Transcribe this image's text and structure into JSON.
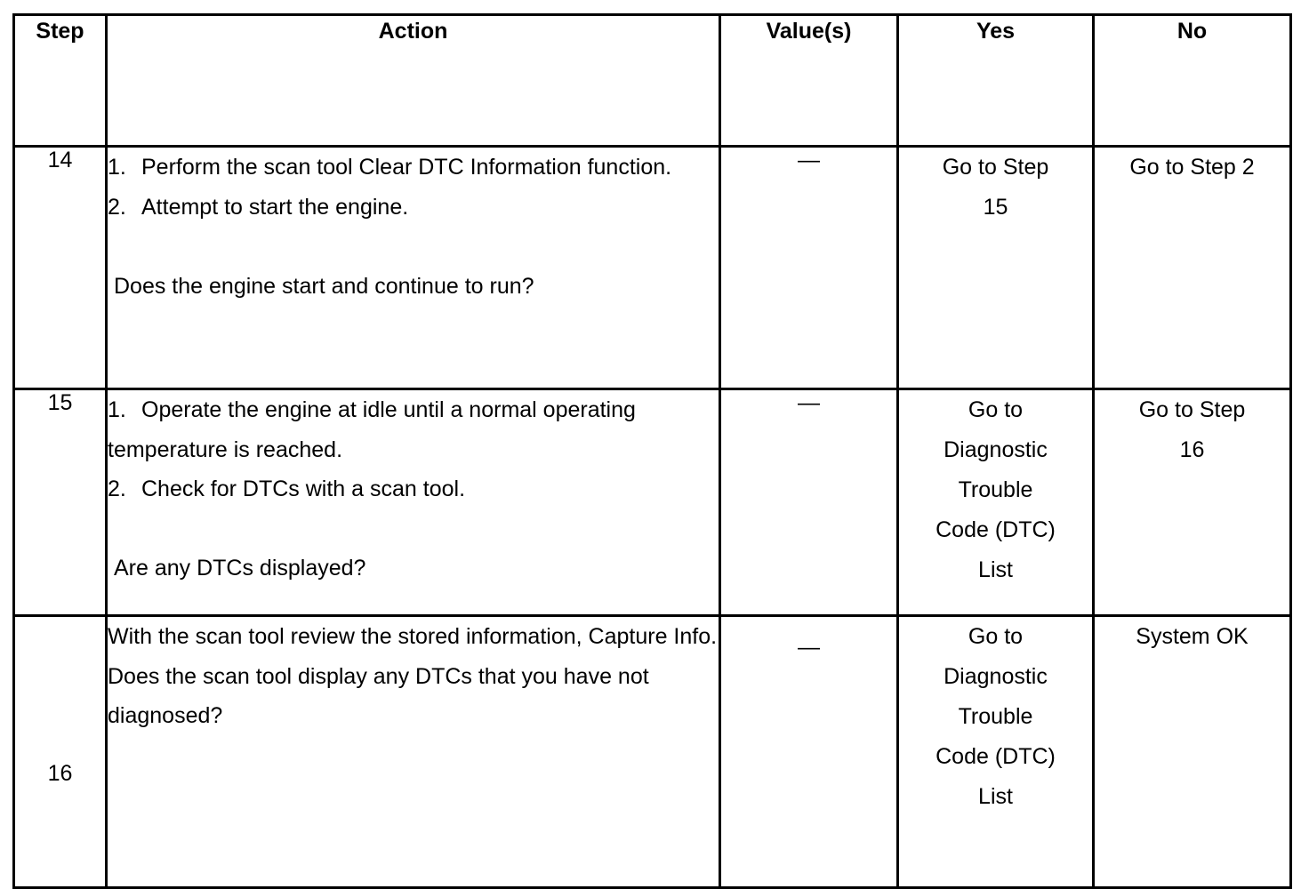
{
  "table": {
    "columns": [
      {
        "key": "step",
        "label": "Step"
      },
      {
        "key": "action",
        "label": "Action"
      },
      {
        "key": "value",
        "label": "Value(s)"
      },
      {
        "key": "yes",
        "label": "Yes"
      },
      {
        "key": "no",
        "label": "No"
      }
    ],
    "header": {
      "step_line1": "St",
      "step_line2": "ep",
      "action": "Action",
      "value": "Value(s)",
      "yes": "Yes",
      "no": "No"
    },
    "rows": [
      {
        "step": "14",
        "action": {
          "items": [
            {
              "num": "1.",
              "text": "Perform the scan tool Clear DTC Information function."
            },
            {
              "num": "2.",
              "text": "Attempt to start the engine."
            }
          ],
          "question": "Does the engine start and continue to run?"
        },
        "value": "—",
        "yes_lines": [
          "Go to Step",
          "15"
        ],
        "no_lines": [
          "Go to Step 2"
        ]
      },
      {
        "step": "15",
        "action": {
          "items": [
            {
              "num": "1.",
              "text": "Operate the engine at idle until a normal operating temperature is reached."
            },
            {
              "num": "2.",
              "text": "Check for DTCs with a scan tool."
            }
          ],
          "question": "Are any DTCs displayed?"
        },
        "value": "—",
        "yes_lines": [
          "Go to",
          "Diagnostic",
          "Trouble",
          "Code (DTC)",
          "List"
        ],
        "no_lines": [
          "Go to Step",
          "16"
        ]
      },
      {
        "step": "16",
        "action": {
          "items": [],
          "paragraph": "With the scan tool review the stored information, Capture Info. Does the scan tool display any DTCs that you have not diagnosed?",
          "question": ""
        },
        "value": "—",
        "yes_lines": [
          "Go to",
          "Diagnostic",
          "Trouble",
          "Code (DTC)",
          "List"
        ],
        "no_lines": [
          "System OK"
        ]
      }
    ]
  },
  "style": {
    "border_color": "#000000",
    "text_color": "#000000",
    "background": "#ffffff"
  }
}
